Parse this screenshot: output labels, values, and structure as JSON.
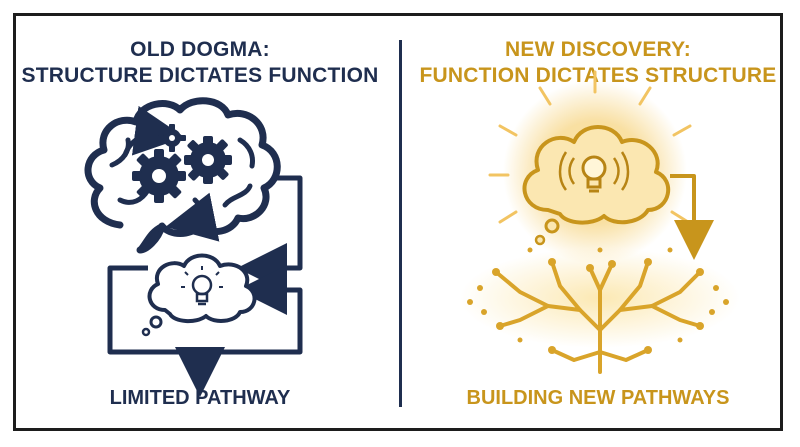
{
  "left": {
    "title_line1": "OLD DOGMA:",
    "title_line2": "STRUCTURE DICTATES FUNCTION",
    "caption": "LIMITED PATHWAY"
  },
  "right": {
    "title_line1": "NEW DISCOVERY:",
    "title_line2": "FUNCTION DICTATES STRUCTURE",
    "caption": "BUILDING NEW PATHWAYS"
  },
  "colors": {
    "navy": "#1f2e4f",
    "gold": "#c8951c",
    "glow": "#f6d27a"
  },
  "icons": [
    "brain-icon",
    "gear-icon",
    "lightbulb-icon",
    "thought-cloud-icon",
    "branching-pathways-icon"
  ]
}
